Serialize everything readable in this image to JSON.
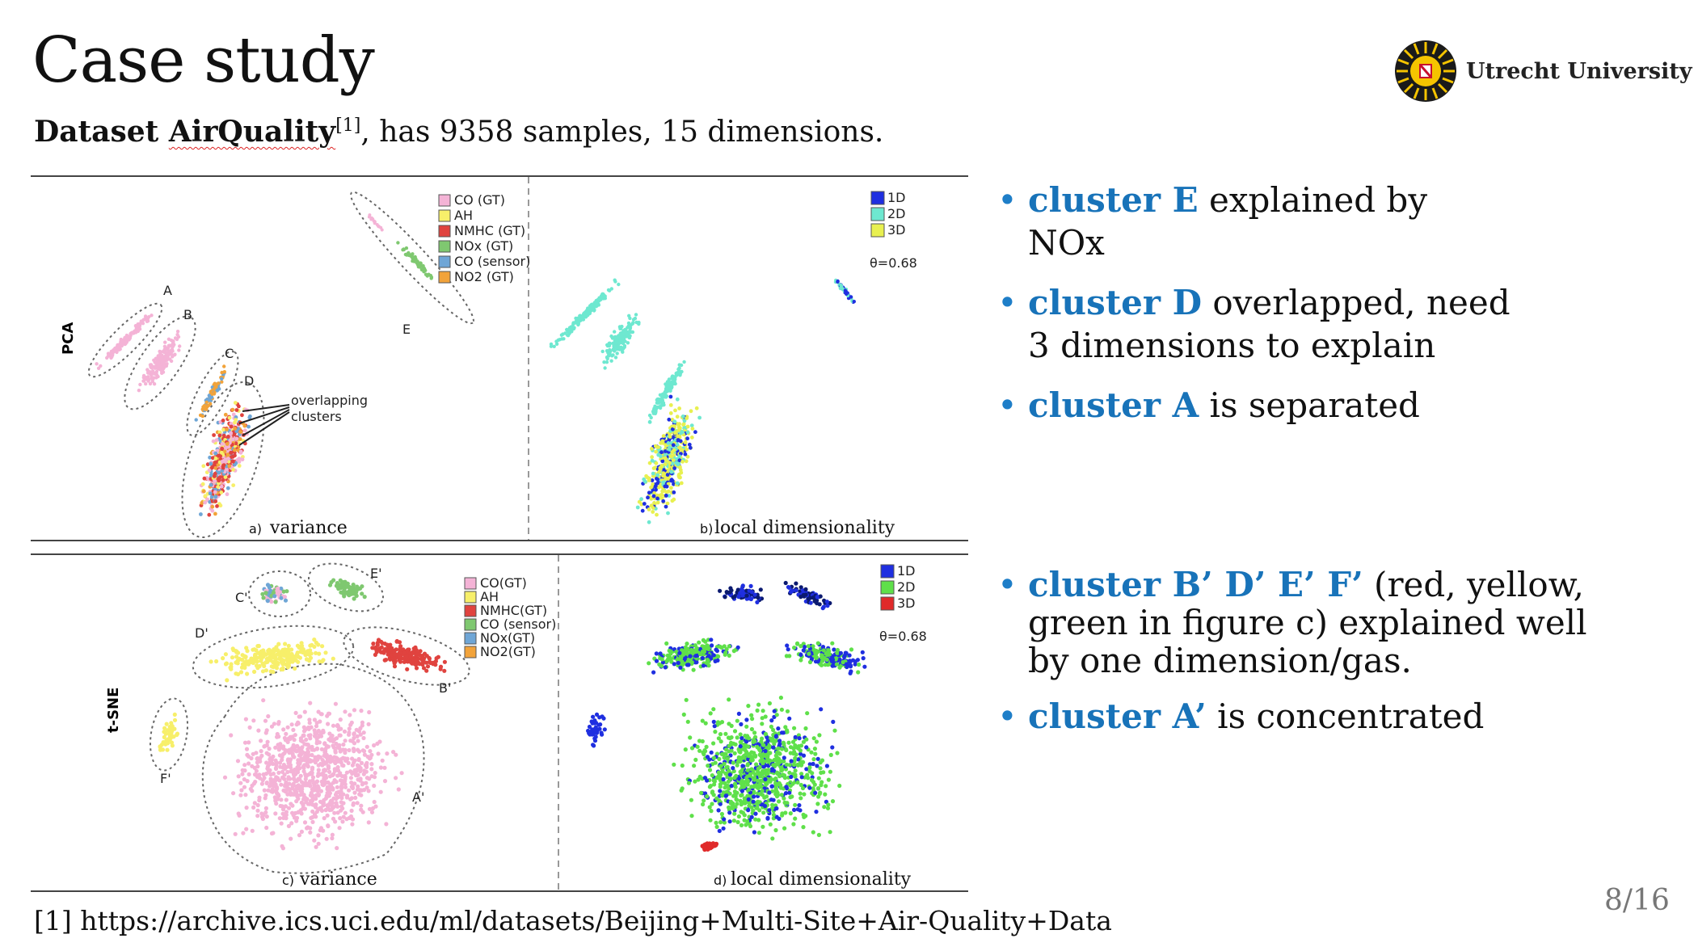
{
  "slide": {
    "title": "Case study",
    "subtitle": {
      "dataset_prefix": "Dataset ",
      "dataset_name": "AirQuality",
      "ref": "[1]",
      "rest": ", has 9358 samples, 15 dimensions."
    },
    "logo_text": "Utrecht University",
    "footnote": "[1] https://archive.ics.uci.edu/ml/datasets/Beijing+Multi-Site+Air-Quality+Data",
    "page_number": "8/16"
  },
  "bullets_top": [
    {
      "hl": "cluster E",
      "text": " explained by NOx"
    },
    {
      "hl": "cluster D",
      "text": " overlapped, need 3 dimensions to explain"
    },
    {
      "hl": "cluster A",
      "text": " is separated"
    }
  ],
  "bullets_bottom": [
    {
      "hl": "cluster B’ D’ E’ F’",
      "text": " (red, yellow, green in figure c) explained well by one dimension/gas."
    },
    {
      "hl": "cluster A’",
      "text": " is concentrated"
    }
  ],
  "figure_top": {
    "row_label": "PCA",
    "left_caption_letter": "a)",
    "left_caption": "variance",
    "right_caption_letter": "b)",
    "right_caption": "local dimensionality",
    "legend": [
      {
        "label": "CO (GT)",
        "color": "#f4b3d6"
      },
      {
        "label": "AH",
        "color": "#f7ef6a"
      },
      {
        "label": "NMHC (GT)",
        "color": "#e0433f"
      },
      {
        "label": "NOx (GT)",
        "color": "#7fc870"
      },
      {
        "label": "CO (sensor)",
        "color": "#6fa6d6"
      },
      {
        "label": "NO2 (GT)",
        "color": "#f2a33a"
      }
    ],
    "cluster_labels": [
      "A",
      "B",
      "C",
      "D",
      "E"
    ],
    "annotation": [
      "overlapping",
      "clusters"
    ],
    "dim_legend": [
      {
        "label": "1D",
        "color": "#1f2fe0"
      },
      {
        "label": "2D",
        "color": "#6ee8d0"
      },
      {
        "label": "3D",
        "color": "#e8f050"
      }
    ],
    "theta": "θ=0.68"
  },
  "figure_bottom": {
    "row_label": "t-SNE",
    "left_caption_letter": "c)",
    "left_caption": "variance",
    "right_caption_letter": "d)",
    "right_caption": "local dimensionality",
    "legend": [
      {
        "label": "CO(GT)",
        "color": "#f4b3d6"
      },
      {
        "label": "AH",
        "color": "#f7ef6a"
      },
      {
        "label": "NMHC(GT)",
        "color": "#e0433f"
      },
      {
        "label": "CO (sensor)",
        "color": "#7fc870"
      },
      {
        "label": "NOx(GT)",
        "color": "#6fa6d6"
      },
      {
        "label": "NO2(GT)",
        "color": "#f2a33a"
      }
    ],
    "cluster_labels": [
      "A'",
      "B'",
      "C'",
      "D'",
      "E'",
      "F'"
    ],
    "dim_legend": [
      {
        "label": "1D",
        "color": "#1f2fe0"
      },
      {
        "label": "2D",
        "color": "#5fe04a"
      },
      {
        "label": "3D",
        "color": "#e02a2a"
      }
    ],
    "theta": "θ=0.68"
  }
}
